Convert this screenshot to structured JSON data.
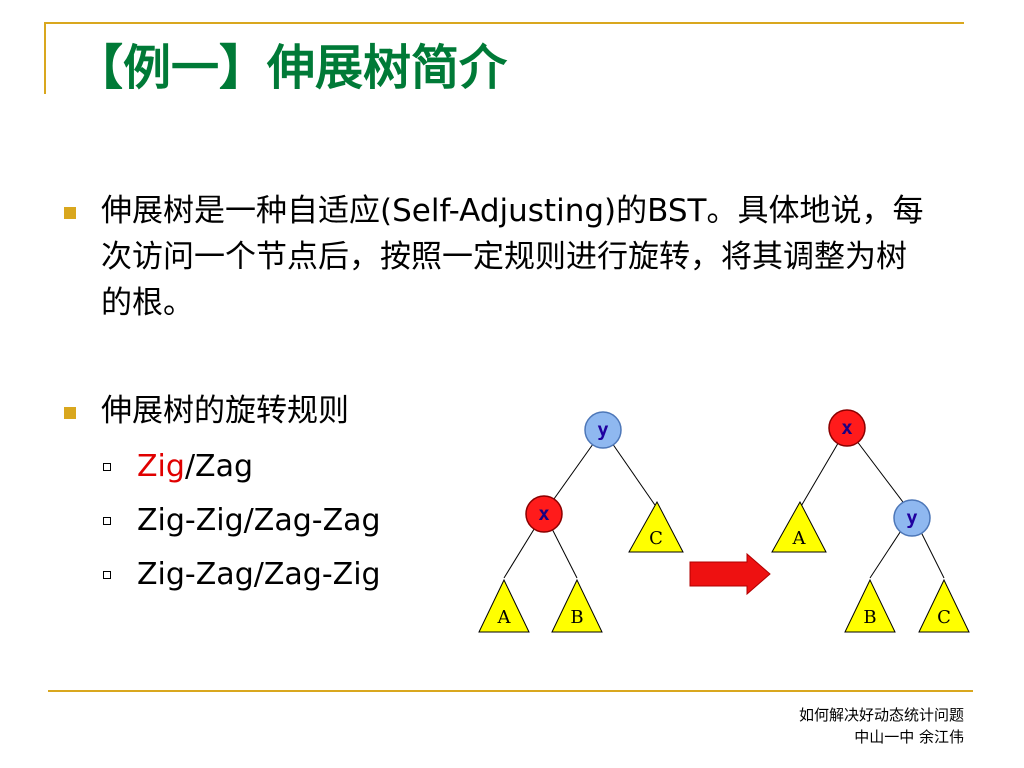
{
  "title": "【例一】伸展树简介",
  "bullets": [
    "伸展树是一种自适应(Self-Adjusting)的BST。具体地说，每次访问一个节点后，按照一定规则进行旋转，将其调整为树的根。",
    "伸展树的旋转规则"
  ],
  "rotation_rules": [
    {
      "zig": "Zig",
      "rest": "/Zag"
    },
    "Zig-Zig/Zag-Zag",
    "Zig-Zag/Zag-Zig"
  ],
  "diagram": {
    "left_tree": {
      "root": "y",
      "child": "x",
      "leaves": [
        "A",
        "B",
        "C"
      ]
    },
    "right_tree": {
      "root": "x",
      "child": "y",
      "leaves": [
        "A",
        "B",
        "C"
      ]
    },
    "colors": {
      "node_blue": "#8fb8f0",
      "node_red": "#ff1b1b",
      "leaf_yellow": "#ffff00",
      "arrow_red": "#ee1111"
    }
  },
  "footer": {
    "line1": "如何解决好动态统计问题",
    "line2": "中山一中 余江伟"
  },
  "colors": {
    "accent_line": "#d9a71e",
    "title": "#007a37",
    "red_text": "#e00000"
  }
}
